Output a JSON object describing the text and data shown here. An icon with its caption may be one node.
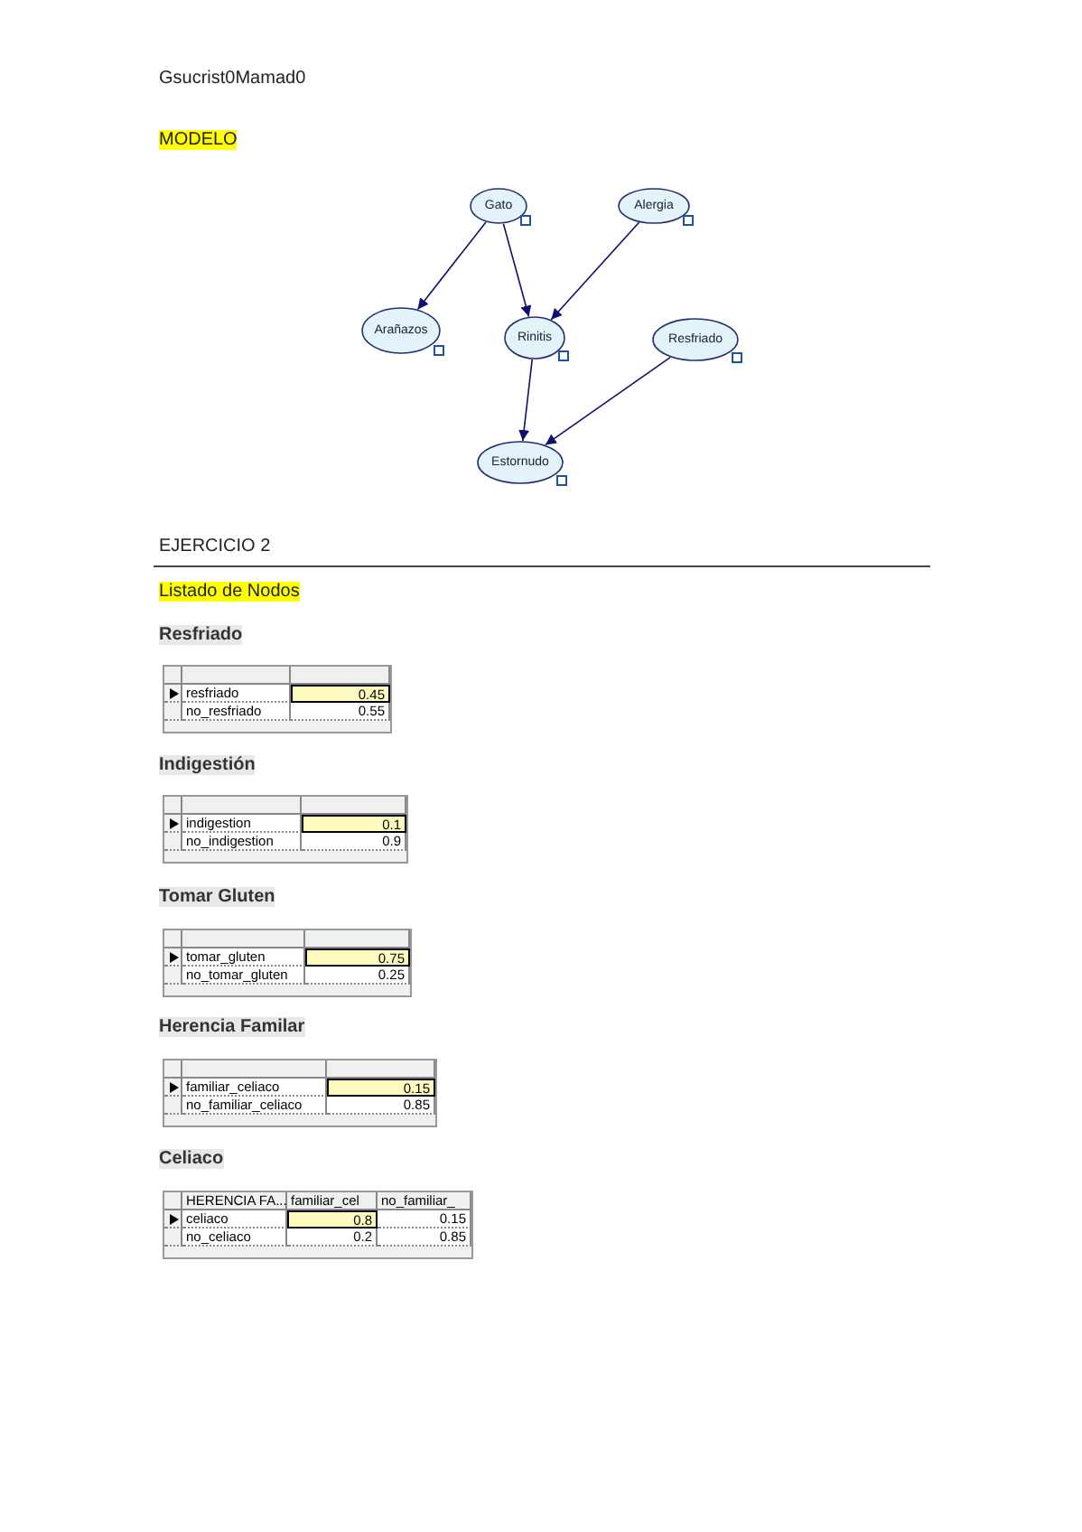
{
  "diagram": {
    "nodes": [
      {
        "text": [
          "Gato"
        ]
      },
      {
        "text": [
          "Alergia"
        ]
      },
      {
        "text": [
          "Arañazos"
        ]
      },
      {
        "text": [
          "Rinitis"
        ]
      },
      {
        "text": [
          "Resfriado"
        ]
      },
      {
        "text": [
          "Estornudo"
        ]
      }
    ],
    "edges": [
      {
        "from": 0,
        "to": 2,
        "arrow": "to"
      },
      {
        "from": 0,
        "to": 3,
        "arrow": "to"
      },
      {
        "from": 1,
        "to": 3,
        "arrow": "to"
      },
      {
        "from": 3,
        "to": 5,
        "arrow": "to"
      },
      {
        "from": 4,
        "to": 5,
        "arrow": "to"
      }
    ],
    "labels": [
      "Gsucrist0Mamad0",
      "MODELO",
      "EJERCICIO 2",
      "Listado de Nodos",
      "Resfriado",
      "resfriado",
      "0.45",
      "no_resfriado",
      "0.55",
      "Indigestión",
      "indigestion",
      "0.1",
      "no_indigestion",
      "0.9",
      "Tomar Gluten",
      "tomar_gluten",
      "0.75",
      "no_tomar_gluten",
      "0.25",
      "Herencia Familar",
      "familiar_celiaco",
      "0.15",
      "no_familiar_celiaco",
      "0.85",
      "Celiaco",
      "HERENCIA FA...",
      "familiar_cel",
      "no_familiar_",
      "celiaco",
      "0.8",
      "0.15",
      "no_celiaco",
      "0.2",
      "0.85"
    ]
  }
}
